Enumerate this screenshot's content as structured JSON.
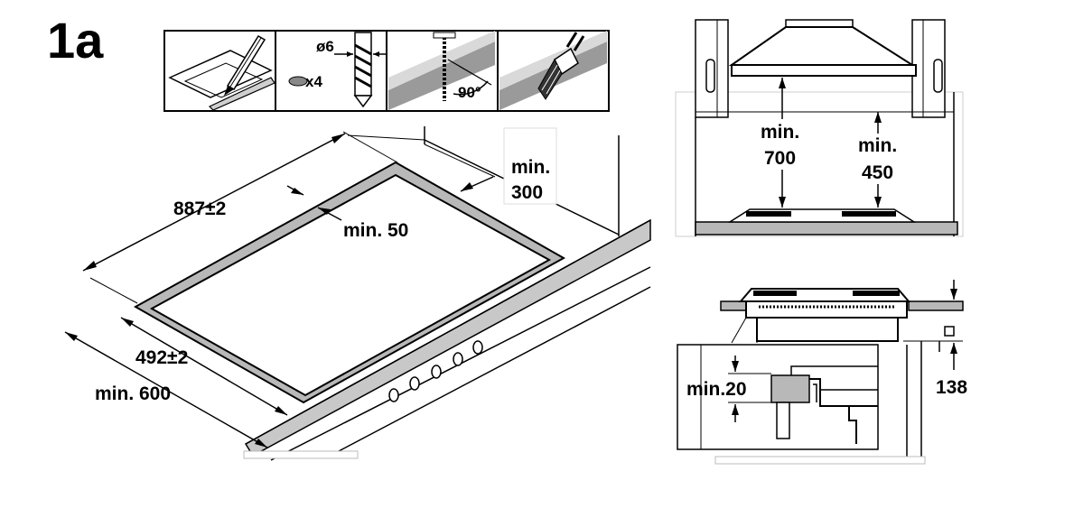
{
  "figure_label": "1a",
  "steps_panel": {
    "drill_diameter": "ø6",
    "hole_count": "x4",
    "angle": "90°"
  },
  "cutout_view": {
    "length": "887±2",
    "width": "492±2",
    "min_worktop_depth": "min. 600",
    "min_edge_margin": "min. 50",
    "min_wall_clearance_line1": "min.",
    "min_wall_clearance_line2": "300"
  },
  "hood_view": {
    "min_hood_height_line1": "min.",
    "min_hood_height_line2": "700",
    "min_cabinet_height_line1": "min.",
    "min_cabinet_height_line2": "450"
  },
  "section_view": {
    "min_gap": "min.20",
    "height": "138"
  },
  "colors": {
    "line": "#000000",
    "frame_gray": "#b8b8b8",
    "shadow_gray": "#888888",
    "background": "#ffffff"
  }
}
